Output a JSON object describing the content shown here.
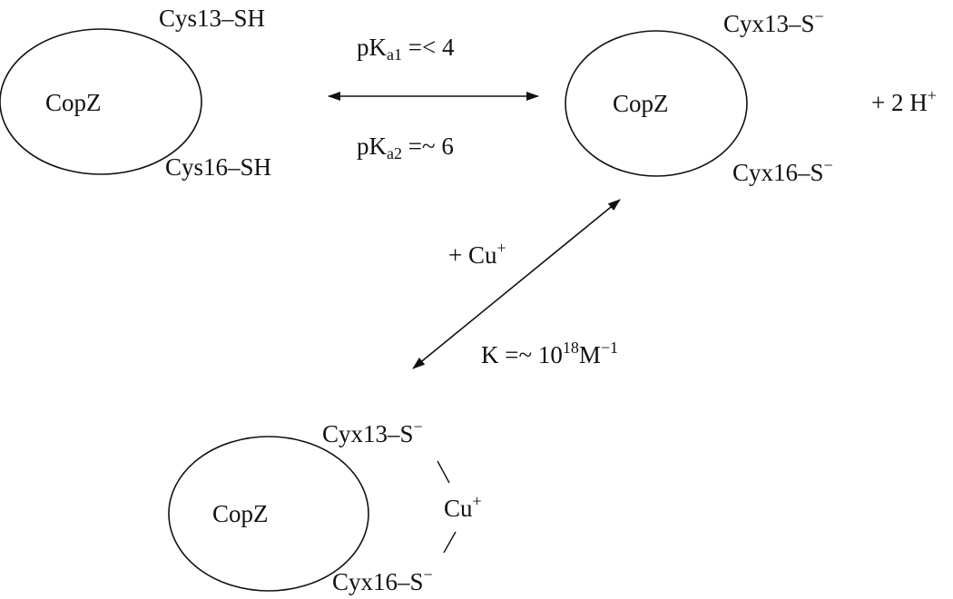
{
  "protein_free": {
    "name": "CopZ",
    "cys_top": "Cys13–SH",
    "cys_bottom": "Cys16–SH"
  },
  "protein_deprotonated": {
    "name": "CopZ",
    "cys_top": "Cyx13–S",
    "cys_bottom": "Cyx16–S",
    "charge": "−",
    "protons_prefix": "+ 2 H",
    "protons_charge": "+"
  },
  "protein_bound": {
    "name": "CopZ",
    "cys_top": "Cyx13–S",
    "cys_bottom": "Cyx16–S",
    "charge": "−",
    "metal": "Cu",
    "metal_charge": "+"
  },
  "equilibrium_1": {
    "pka1_prefix": "pK",
    "pka1_sub": "a1",
    "pka1_value": " =< 4",
    "pka2_prefix": "pK",
    "pka2_sub": "a2",
    "pka2_value": " =~ 6"
  },
  "equilibrium_2": {
    "reagent": "+ Cu",
    "reagent_charge": "+",
    "k_prefix": "K =~ 10",
    "k_exp": "18",
    "k_unit": "M",
    "k_unit_exp": "−1"
  },
  "colors": {
    "ink": "#111111",
    "background": "#ffffff"
  }
}
